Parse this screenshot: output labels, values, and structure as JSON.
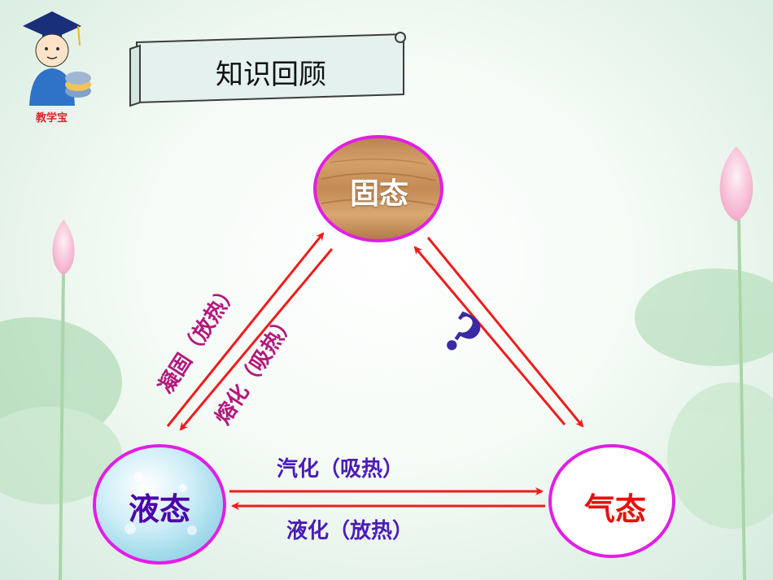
{
  "logo": {
    "caption": "教学宝"
  },
  "title": "知识回顾",
  "nodes": {
    "solid": "固态",
    "liquid": "液态",
    "gas": "气态"
  },
  "processes": {
    "liquid_to_solid": "凝固（放热）",
    "solid_to_liquid": "熔化（吸热）",
    "liquid_to_gas": "汽化（吸热）",
    "gas_to_liquid": "液化（放热）",
    "solid_gas_unknown": "?"
  },
  "colors": {
    "arrow": "#ee1c1c",
    "circle_border": "#e21ee6",
    "process_magenta": "#b2177d",
    "process_purple": "#4b1cb6",
    "liquid_text": "#4b00a8",
    "gas_text": "#e4130d"
  }
}
